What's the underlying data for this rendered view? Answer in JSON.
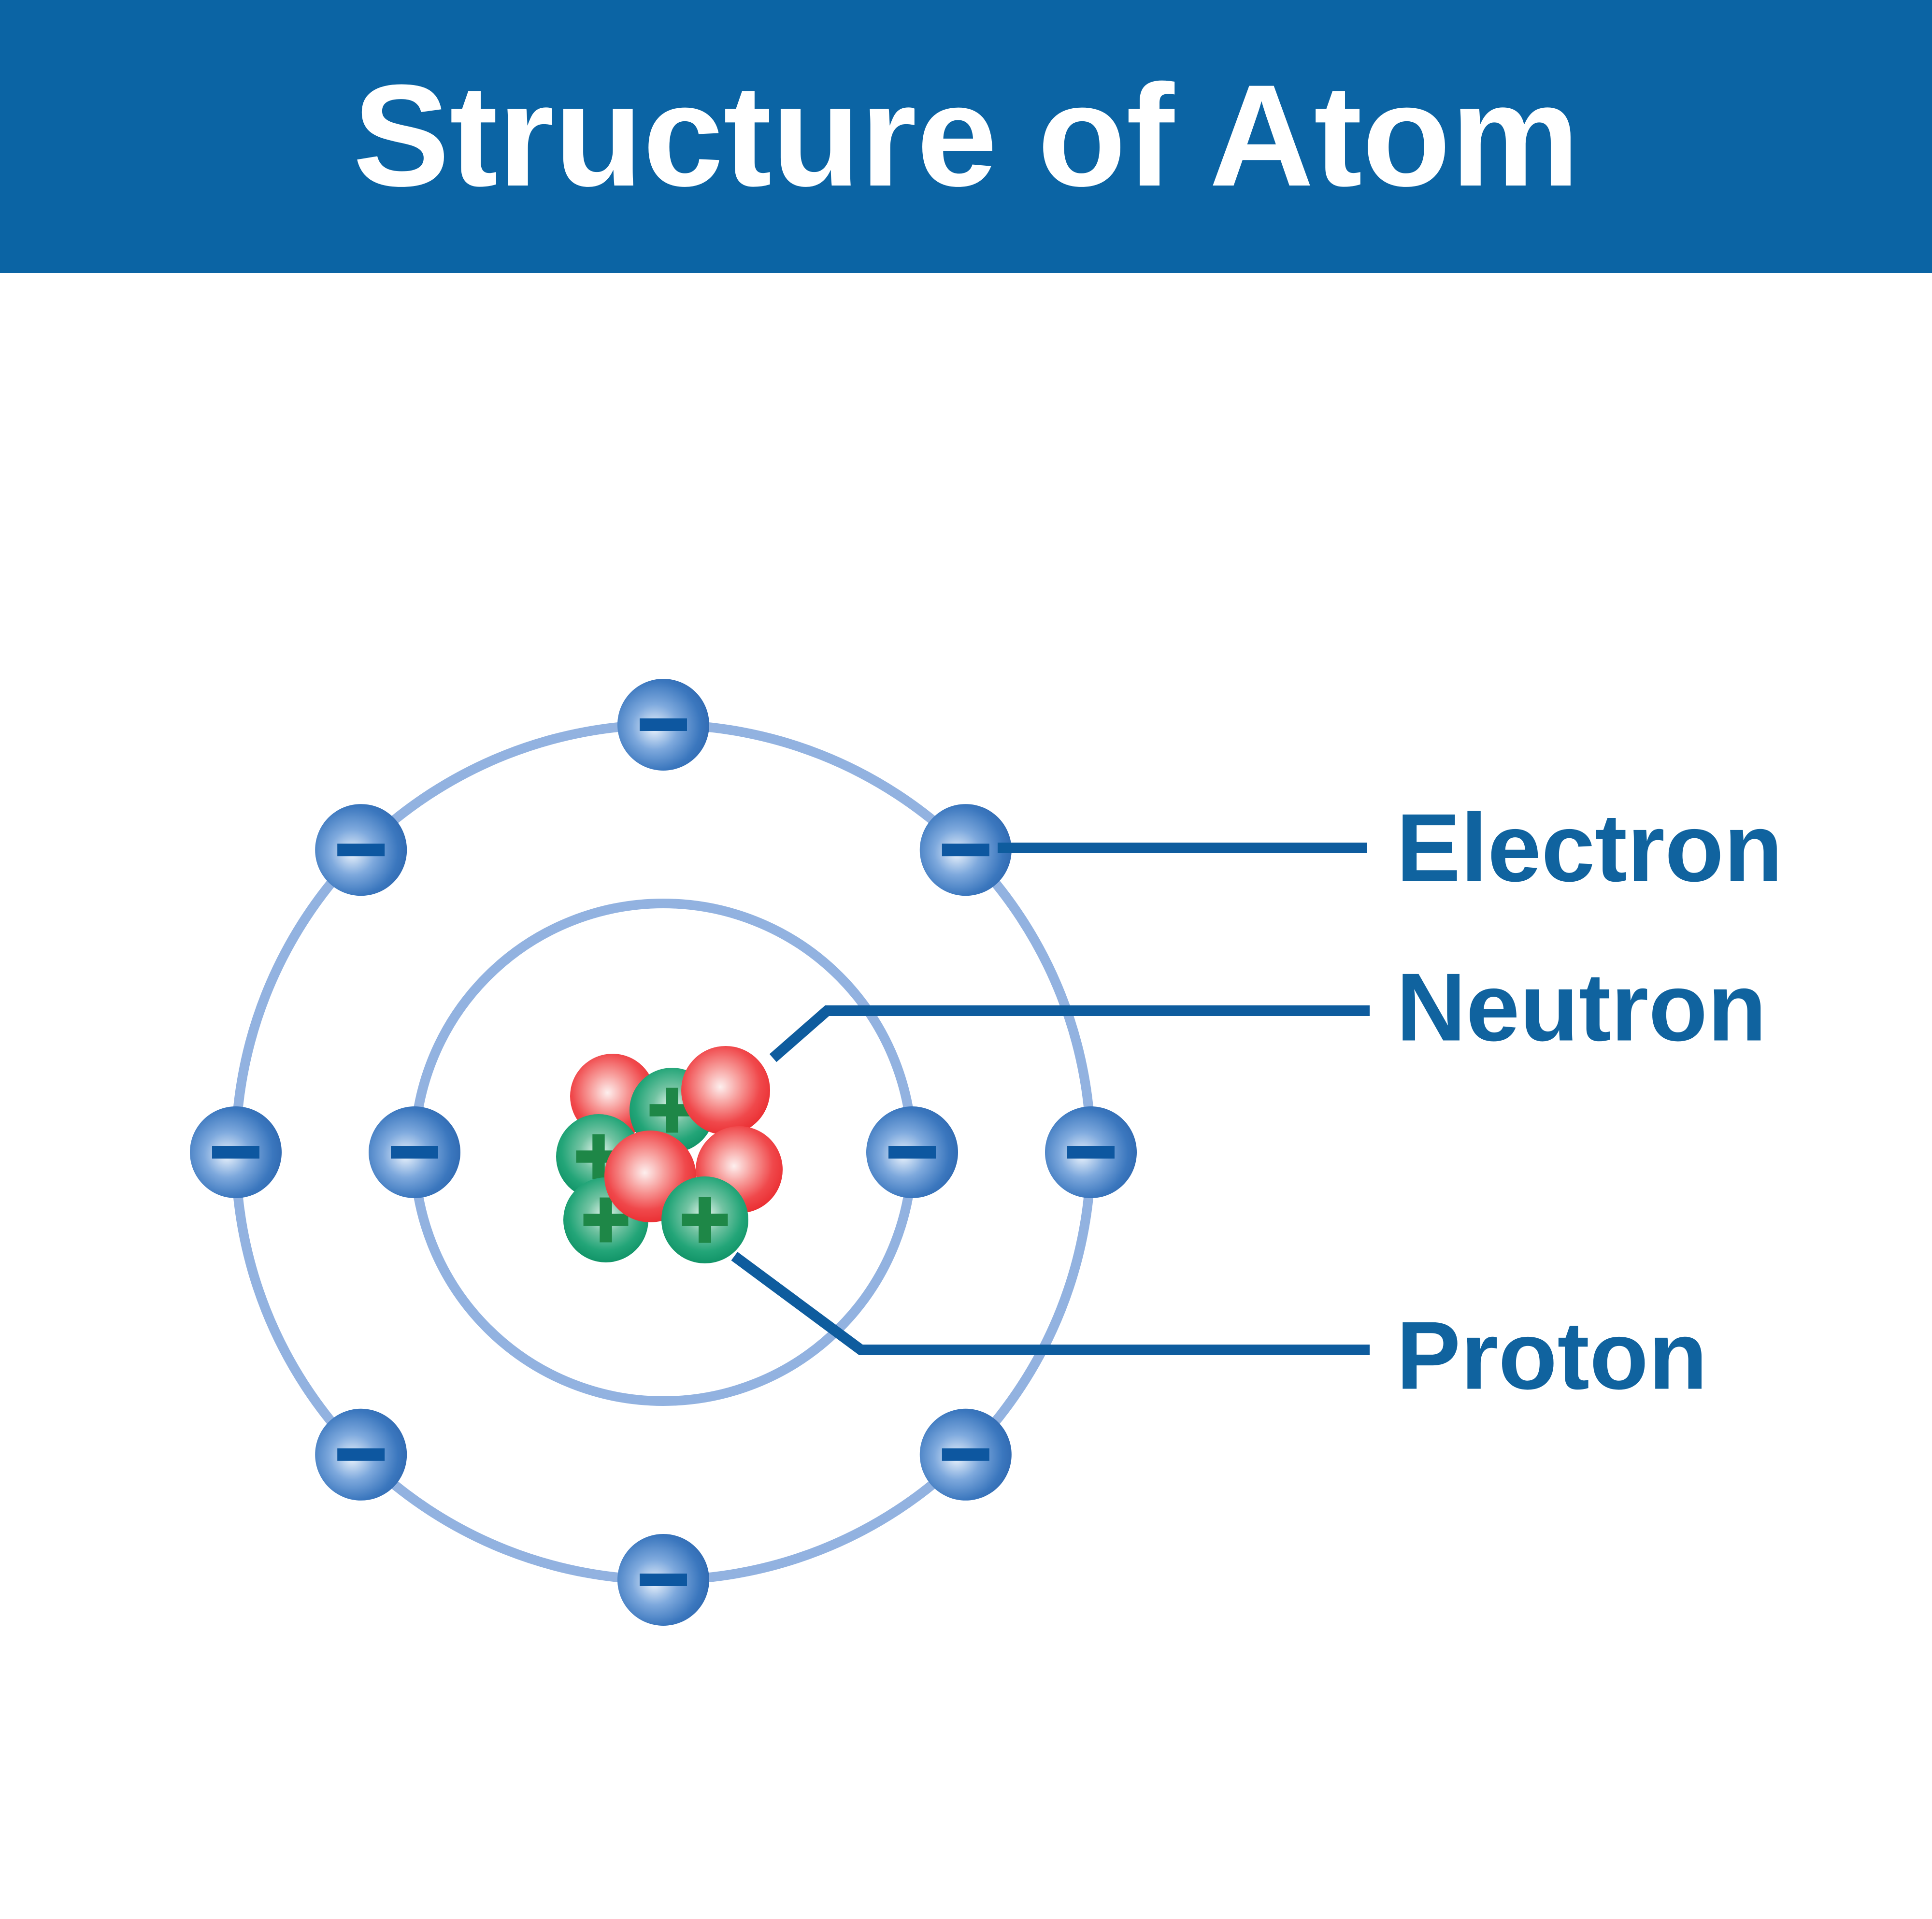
{
  "title": "Structure of Atom",
  "banner": {
    "background_color": "#0b64a4",
    "text_color": "#ffffff"
  },
  "labels": {
    "electron": "Electron",
    "neutron": "Neutron",
    "proton": "Proton"
  },
  "colors": {
    "label_text": "#10639f",
    "leader_line": "#0e5c9e",
    "orbit_line": "#92b2e0",
    "electron_sphere": "#2b64ac",
    "electron_minus_sign": "#0d57a0",
    "neutron_sphere": "#e92a2e",
    "proton_sphere": "#0c8f63",
    "proton_plus_sign": "#1e8747"
  },
  "particles": {
    "outer_shell_electrons": 8,
    "inner_shell_electrons": 2,
    "neutrons": 4,
    "protons": 4,
    "electron_charge_symbol": "−",
    "proton_charge_symbol": "+",
    "neutron_charge_symbol": ""
  }
}
